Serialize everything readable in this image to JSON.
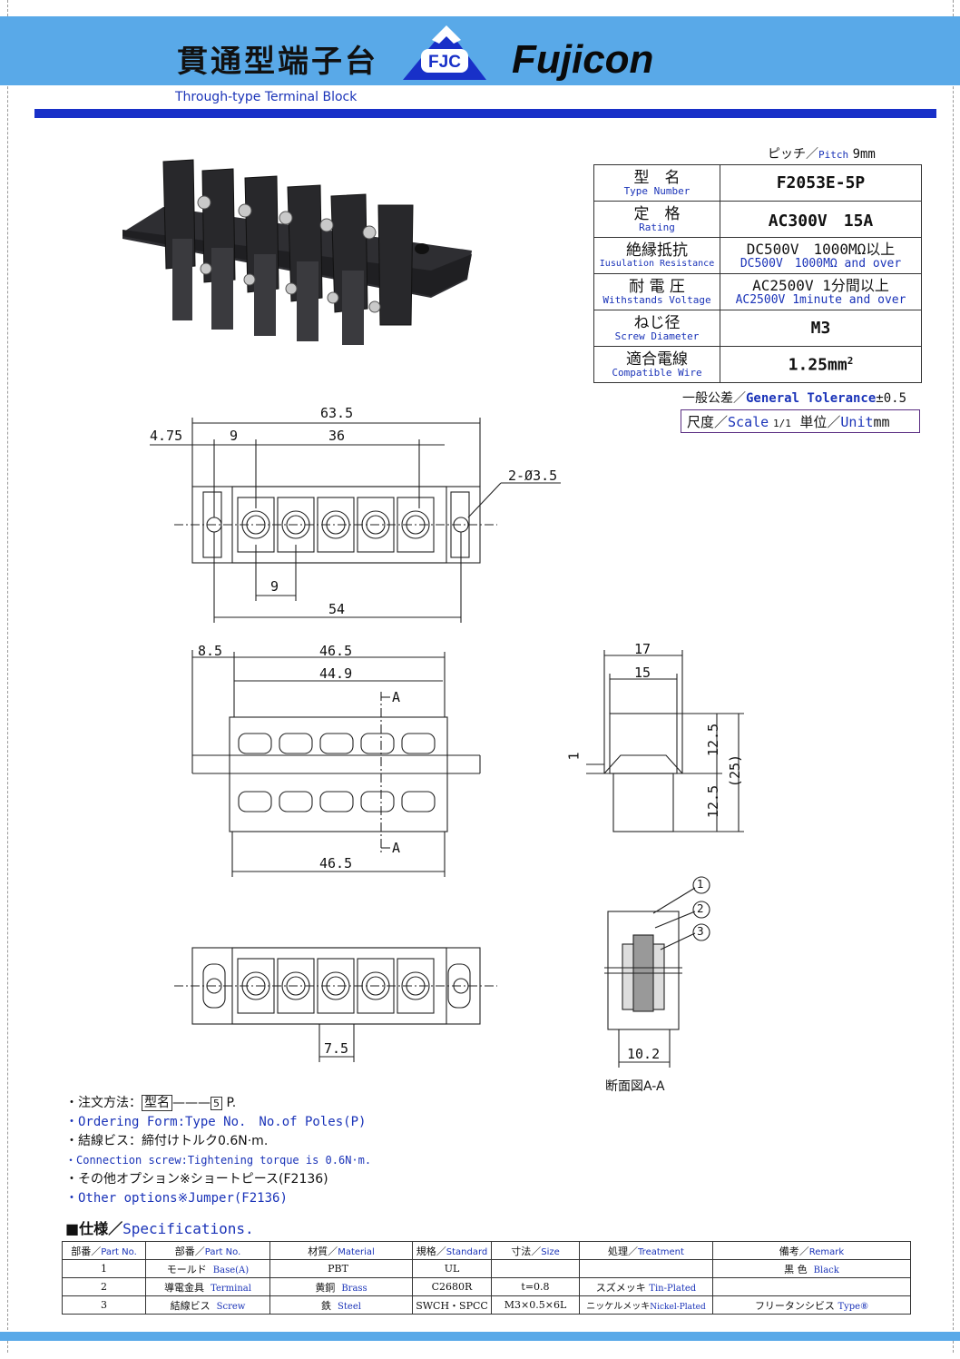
{
  "header": {
    "title_jp": "貫通型端子台",
    "subtitle_en": "Through-type Terminal Block",
    "logo_fjc": "FJC",
    "brand": "Fujicon"
  },
  "pitch": {
    "label": "ピッチ／",
    "label_en": "Pitch",
    "value": "9mm"
  },
  "specs": [
    {
      "jp": "型　名",
      "en": "Type Number",
      "value": "F2053E-5P"
    },
    {
      "jp": "定　格",
      "en": "Rating",
      "value": "AC300V　15A"
    },
    {
      "jp": "絶縁抵抗",
      "en": "Iusulation Resistance",
      "value_jp": "DC500V　1000MΩ以上",
      "value_en": "DC500V　1000MΩ and over"
    },
    {
      "jp": "耐 電 圧",
      "en": "Withstands Voltage",
      "value_jp": "AC2500V 1分間以上",
      "value_en": "AC2500V 1minute and over"
    },
    {
      "jp": "ねじ径",
      "en": "Screw Diameter",
      "value": "M3"
    },
    {
      "jp": "適合電線",
      "en": "Compatible Wire",
      "value": "1.25mm",
      "sup": "2"
    }
  ],
  "tolerance": {
    "jp": "一般公差／",
    "en": "General Tolerance",
    "value": "±0.5"
  },
  "scale": {
    "jp": "尺度／",
    "en": "Scale",
    "frac": "1/1",
    "unit_jp": "単位／",
    "unit_en": "Unit",
    "unit": "mm"
  },
  "dims": {
    "top": {
      "overall": "63.5",
      "edge": "4.75",
      "pitch": "9",
      "span": "36",
      "hole": "2-Ø3.5",
      "pitch2": "9",
      "holes": "54"
    },
    "front": {
      "a": "8.5",
      "b": "46.5",
      "c": "44.9",
      "d": "46.5",
      "sect": "A"
    },
    "side": {
      "w1": "17",
      "w2": "15",
      "h1": "12.5",
      "h2": "12.5",
      "total": "(25)",
      "t": "1"
    },
    "bottom": {
      "p": "7.5"
    },
    "section": {
      "w": "10.2",
      "caption": "断面図A-A",
      "callouts": [
        "1",
        "2",
        "3"
      ]
    }
  },
  "notes": [
    {
      "text": "・注文方法：",
      "box1": "型名",
      "box2": "5",
      "tail": "P."
    },
    {
      "text": "・Ordering Form:Type No.　No.of Poles(P)",
      "blue": true
    },
    {
      "text": "・結線ビス：締付けトルク0.6N·m."
    },
    {
      "text": "・Connection screw:Tightening torque is 0.6N·m.",
      "blue": true,
      "small": true
    },
    {
      "text": "・その他オプション※ショートピース(F2136)"
    },
    {
      "text": "・Other options※Jumper(F2136)",
      "blue": true
    }
  ],
  "spec_heading": {
    "jp": "■仕様／",
    "en": "Specifications."
  },
  "parts_table": {
    "headers": [
      {
        "jp": "部番／",
        "en": "Part No."
      },
      {
        "jp": "部番／",
        "en": "Part No."
      },
      {
        "jp": "材質／",
        "en": "Material"
      },
      {
        "jp": "規格／",
        "en": "Standard"
      },
      {
        "jp": "寸法／",
        "en": "Size"
      },
      {
        "jp": "処理／",
        "en": "Treatment"
      },
      {
        "jp": "備考／",
        "en": "Remark"
      }
    ],
    "rows": [
      {
        "no": "1",
        "name": "モールド",
        "name_en": "Base(A)",
        "mat": "PBT",
        "mat_en": "",
        "std": "UL",
        "size": "",
        "treat": "",
        "treat_en": "",
        "rem": "黒 色",
        "rem_en": "Black"
      },
      {
        "no": "2",
        "name": "導電金具",
        "name_en": "Terminal",
        "mat": "黄銅",
        "mat_en": "Brass",
        "std": "C2680R",
        "size": "t=0.8",
        "treat": "スズメッキ",
        "treat_en": "Tin-Plated",
        "rem": "",
        "rem_en": ""
      },
      {
        "no": "3",
        "name": "結線ビス",
        "name_en": "Screw",
        "mat": "鉄",
        "mat_en": "Steel",
        "std": "SWCH・SPCC",
        "size": "M3×0.5×6L",
        "treat": "ニッケルメッキ",
        "treat_en": "Nickel-Plated",
        "rem": "フリータンシビス",
        "rem_en": "Type⑧"
      }
    ]
  }
}
